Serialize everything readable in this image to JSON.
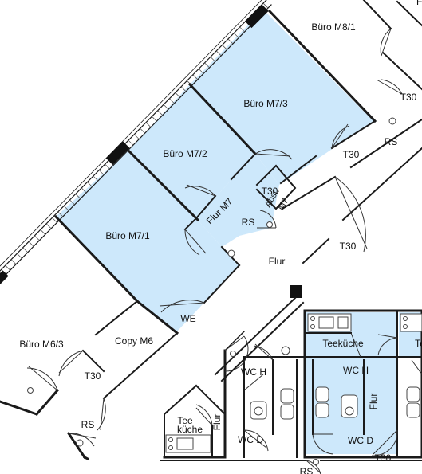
{
  "colors": {
    "room_fill": "#cde8fb",
    "wall": "#1a1a1a",
    "facade": "#555555",
    "column": "#111111"
  },
  "rooms": {
    "m8_1": "Büro M8/1",
    "m7_3": "Büro M7/3",
    "m7_2": "Büro M7/2",
    "m7_1": "Büro M7/1",
    "m6_3": "Büro M6/3",
    "copy_m6": "Copy M6",
    "flur_m7": "Flur M7",
    "abst_m7_line1": "Abst.",
    "abst_m7_line2": "M7",
    "flur_main": "Flur",
    "teekueche_main": "Teeküche",
    "teekueche_right_partial": "Te",
    "teekueche_small_line1": "Tee",
    "teekueche_small_line2": "küche",
    "wc_h_left": "WC H",
    "wc_h_right": "WC H",
    "wc_d_left": "WC D",
    "wc_d_right": "WC D",
    "flur_left": "Flur",
    "flur_right": "Flur"
  },
  "marks": {
    "t30_top_right": "T30",
    "rs_top_right": "RS",
    "t30_m7_3": "T30",
    "t30_abst": "T30",
    "rs_flur_m7": "RS",
    "t30_flur": "T30",
    "we": "WE",
    "t30_copy": "T30",
    "rs_m6": "RS",
    "t30_bottom": "T30",
    "rs_bottom": "RS"
  },
  "icons": [
    "door-swing-icon",
    "toilet-icon",
    "sink-icon",
    "stove-icon",
    "kitchen-counter-icon"
  ]
}
